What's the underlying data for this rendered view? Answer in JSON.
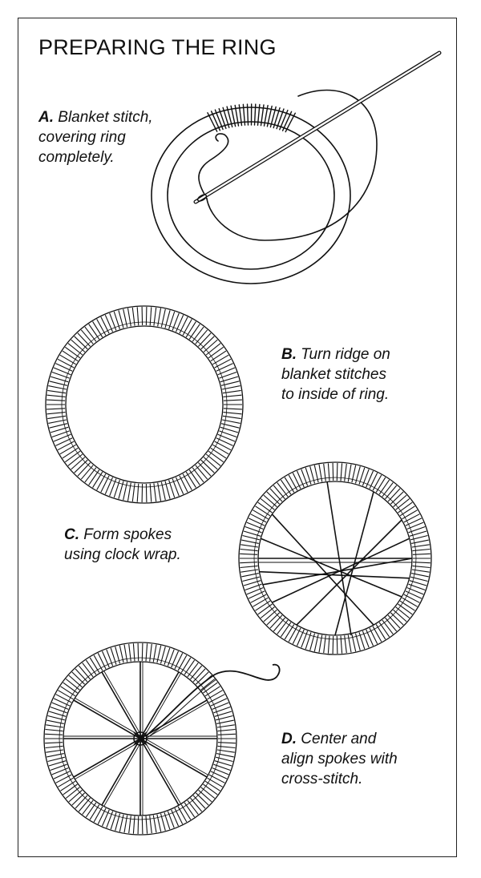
{
  "title": "PREPARING THE RING",
  "steps": [
    {
      "letter": "A.",
      "text": "Blanket stitch,",
      "text2": "covering ring",
      "text3": "completely."
    },
    {
      "letter": "B.",
      "text": "Turn ridge on",
      "text2": "blanket stitches",
      "text3": "to inside of ring."
    },
    {
      "letter": "C.",
      "text": "Form spokes",
      "text2": "using clock wrap."
    },
    {
      "letter": "D.",
      "text": "Center and",
      "text2": "align spokes with",
      "text3": "cross-stitch."
    }
  ]
}
